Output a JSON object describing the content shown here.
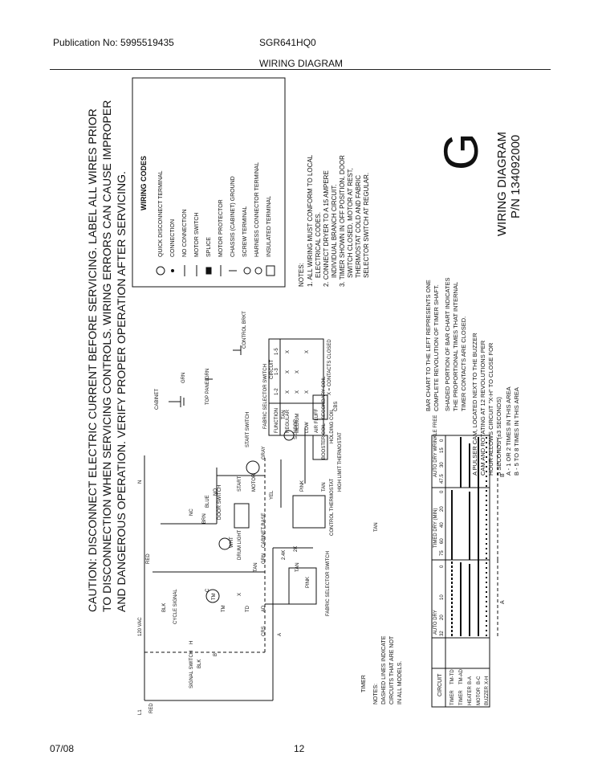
{
  "header": {
    "publication": "Publication No: 5995519435",
    "model": "SGR641HQ0",
    "title": "WIRING DIAGRAM"
  },
  "footer": {
    "date": "07/08",
    "page": "12"
  },
  "caution": [
    "CAUTION: DISCONNECT ELECTRIC CURRENT BEFORE SERVICING. LABEL ALL WIRES PRIOR",
    "TO DISCONNECTION WHEN SERVICING CONTROLS. WIRING ERRORS CAN CAUSE IMPROPER",
    "AND DANGEROUS OPERATION. VERIFY PROPER OPERATION AFTER SERVICING."
  ],
  "wiring_codes": {
    "title": "WIRING CODES",
    "items": [
      "QUICK DISCONNECT TERMINAL",
      "CONNECTION",
      "NO CONNECTION",
      "MOTOR SWITCH",
      "SPLICE",
      "MOTOR PROTECTOR",
      "CHASSIS (CABINET) GROUND",
      "SCREW TERMINAL",
      "HARNESS CONNECTOR TERMINAL",
      "INSULATED TERMINAL"
    ]
  },
  "notes_right": {
    "title": "NOTES:",
    "lines": [
      "1. ALL WIRING MUST CONFORM TO LOCAL",
      "ELECTRICAL CODES.",
      "2. CONNECT DRYER TO A 15 AMPERE",
      "INDIVIDUAL BRANCH CIRCUIT.",
      "3. TIMER SHOWN IN OFF POSITION, DOOR",
      "SWITCH CLOSED, MOTOR AT REST,",
      "THERMOSTAT COLD AND FABRIC",
      "SELECTOR SWITCH AT REGULAR."
    ]
  },
  "logo": {
    "letter": "G",
    "line1": "WIRING DIAGRAM",
    "line2": "P/N 134092000"
  },
  "fabric_selector": {
    "title": "FABRIC SELECTOR SWITCH",
    "circuit": "CIRCUIT",
    "headers": [
      "FUNCTION",
      "1-2",
      "1-3",
      "1-5"
    ],
    "rows": [
      [
        "REGULAR",
        "X",
        "X",
        "X"
      ],
      [
        "MEDIUM",
        "X",
        "X",
        ""
      ],
      [
        "LOW",
        "X",
        "",
        "X"
      ],
      [
        "AIR FLUFF",
        "",
        "",
        ""
      ]
    ],
    "legend": "X = CONTACTS CLOSED",
    "cabinet": "CABINET",
    "top_panel": "TOP PANEL",
    "control_bkt": "CONTROL BRKT",
    "grn1": "GRN",
    "grn2": "GRN"
  },
  "bar_notes": [
    "BAR CHART TO THE LEFT REPRESENTS ONE",
    "COMPLETE REVOLUTION OF TIMER SHAFT.",
    "SHADED PORTION OF BAR CHART INDICATES",
    "THE PROPORTIONAL TIMES THAT INTERNAL",
    "TIMER CONTACTS ARE CLOSED.",
    "A PULSER CAM, LOCATED NEXT TO THE BUZZER",
    "CAM AND ROTATING AT 12 REVOLUTIONS PER",
    "HOUR ALLOWS CIRCUIT \"X-H\" TO CLOSE FOR",
    "5 SECONDS (±3 SECONDS)",
    "A - 1 OR 2 TIMES IN THIS AREA",
    "B - 5 TO 8 TIMES IN THIS AREA"
  ],
  "chart": {
    "circuit_label": "CIRCUIT",
    "rows": [
      [
        "TIMER",
        "TM-TD"
      ],
      [
        "TIMER",
        "TM-AD"
      ],
      [
        "HEATER",
        "B-A"
      ],
      [
        "MOTOR",
        "B-C"
      ],
      [
        "BUZZER",
        "X-H"
      ]
    ],
    "sections": [
      "AUTO DRY",
      "TIMED DRY (MIN)",
      "AUTO DRY WRINKLE FREE"
    ],
    "ticks1": [
      "32",
      "20",
      "10",
      "0"
    ],
    "ticks2": [
      "75",
      "60",
      "40",
      "20",
      "0"
    ],
    "ticks3": [
      "47.5",
      "30",
      "15",
      "0"
    ],
    "markA": "A",
    "markB": "B"
  },
  "notes_left": {
    "title": "NOTES:",
    "lines": [
      "DASHED LINES INDICATE",
      "CIRCUITS THAT ARE NOT",
      "IN ALL MODELS."
    ]
  },
  "schematic": {
    "l1": "L1",
    "n": "N",
    "vac": "120 VAC",
    "red": "RED",
    "blk": "BLK",
    "wht": "WHT",
    "tan": "TAN",
    "yel": "YEL",
    "brn": "BRN",
    "pink": "PINK",
    "gray": "GRAY",
    "grn": "GRN",
    "blue": "BLUE",
    "timer": "TIMER",
    "cycle_signal": "CYCLE SIGNAL",
    "signal_switch": "SIGNAL SWITCH",
    "drum_light": "DRUM LIGHT",
    "door_switch": "DOOR SWITCH",
    "cabinet_base": "CABINET BASE",
    "motor": "MOTOR",
    "start": "START",
    "start_switch": "START SWITCH",
    "booster_coil": "BOOSTER COIL",
    "holding_coil": "HOLDING COIL",
    "secondary_coil": "SECONDARY COIL",
    "sensor": "SENSOR",
    "high_limit": "HIGH LIMIT THERMOSTAT",
    "control_thermostat": "CONTROL THERMOSTAT",
    "fabric_selector_switch": "FABRIC SELECTOR SWITCH",
    "tm": "TM",
    "td": "TD",
    "ad": "AD",
    "x": "X",
    "a": "A",
    "b": "B",
    "c": "C",
    "h": "H",
    "no": "NO",
    "nc": "NC",
    "crs": "CRS",
    "cbs": "CBS",
    "kw1": "2K",
    "kw2": "2.4K"
  }
}
